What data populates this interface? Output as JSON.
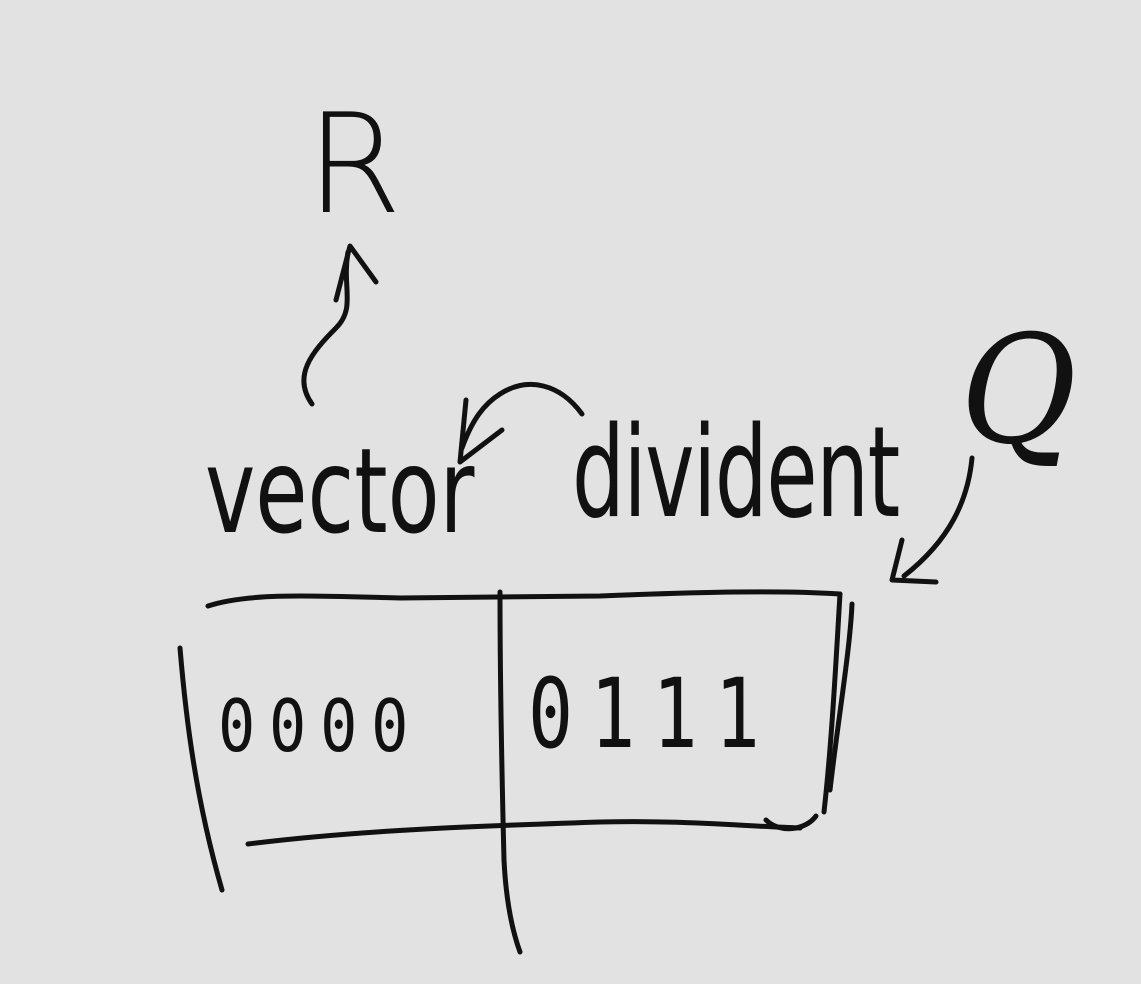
{
  "labels": {
    "r": "R",
    "q": "Q",
    "vector": "vector",
    "divident": "divident"
  },
  "register": {
    "left_value": "0000",
    "right_value": "0111"
  },
  "colors": {
    "background": "#e2e2e2",
    "ink": "#111111"
  }
}
